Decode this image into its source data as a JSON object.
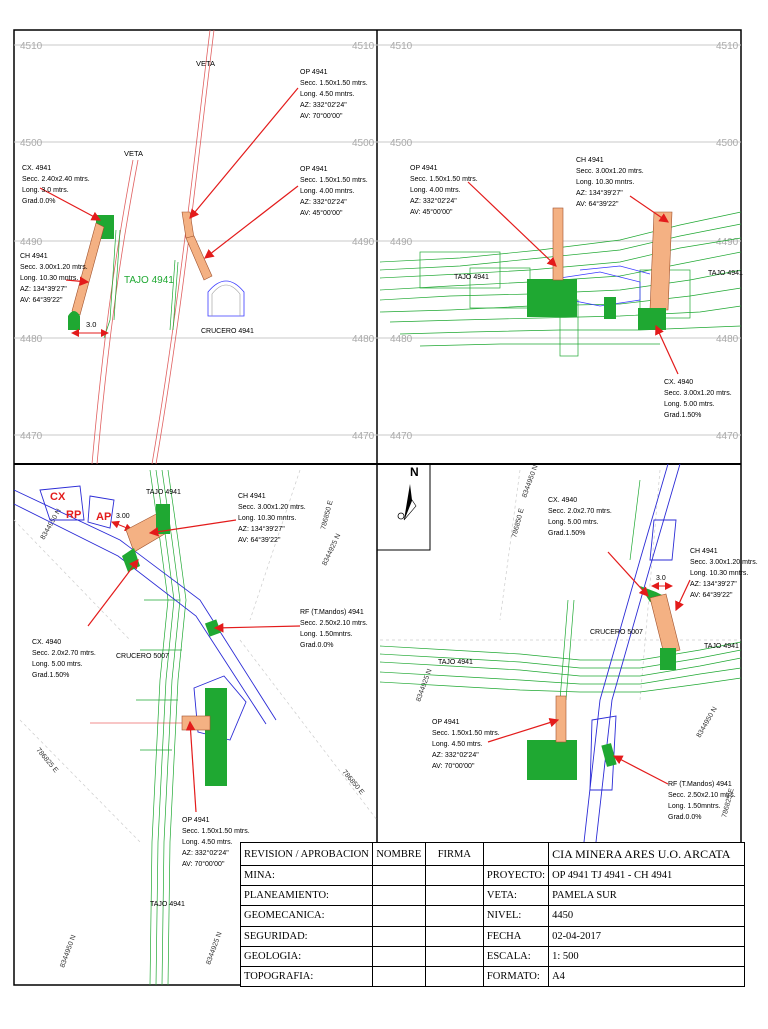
{
  "panel1": {
    "grid_labels": [
      "4510",
      "4500",
      "4490",
      "4480",
      "4470"
    ],
    "veta_labels": [
      "VETA",
      "VETA"
    ],
    "tajo": "TAJO 4941",
    "crucero": "CRUCERO 4941",
    "dim": "3.0",
    "notes": [
      [
        "OP 4941",
        "Secc. 1.50x1.50 mtrs.",
        "Long. 4.50 mntrs.",
        "AZ: 332°02'24\"",
        "AV: 70°00'00\""
      ],
      [
        "OP 4941",
        "Secc. 1.50x1.50 mtrs.",
        "Long. 4.00 mntrs.",
        "AZ: 332°02'24\"",
        "AV: 45°00'00\""
      ],
      [
        "CX. 4941",
        "Secc. 2.40x2.40 mtrs.",
        "Long. 3.0 mtrs.",
        "Grad.0.0%"
      ],
      [
        "CH 4941",
        "Secc. 3.00x1.20 mtrs.",
        "Long. 10.30 mntrs.",
        "AZ: 134°39'27\"",
        "AV: 64°39'22\""
      ]
    ]
  },
  "panel2": {
    "grid_labels": [
      "4510",
      "4500",
      "4490",
      "4480",
      "4470"
    ],
    "tajo_left": "TAJO 4941",
    "tajo_right": "TAJO 4941",
    "notes": [
      [
        "OP 4941",
        "Secc. 1.50x1.50 mtrs.",
        "Long. 4.00 mtrs.",
        "AZ: 332°02'24\"",
        "AV: 45°00'00\""
      ],
      [
        "CH 4941",
        "Secc. 3.00x1.20 mtrs.",
        "Long. 10.30 mntrs.",
        "AZ: 134°39'27\"",
        "AV: 64°39'22\""
      ],
      [
        "CX. 4940",
        "Secc. 3.00x1.20 mtrs.",
        "Long. 5.00 mtrs.",
        "Grad.1.50%"
      ]
    ]
  },
  "panel3": {
    "tajo_top": "TAJO 4941",
    "tajo_bottom": "TAJO 4941",
    "crucero": "CRUCERO 5007",
    "labels": [
      "CX",
      "RP",
      "AP"
    ],
    "dim": "3.00",
    "coords": [
      "8344950 N",
      "786850 E",
      "8344925 N",
      "786825 E",
      "786850 E",
      "8344950 N",
      "8344925 N"
    ],
    "notes": [
      [
        "CH 4941",
        "Secc. 3.00x1.20 mtrs.",
        "Long. 10.30 mntrs.",
        "AZ: 134°39'27\"",
        "AV: 64°39'22\""
      ],
      [
        "RF (T.Mandos) 4941",
        "Secc. 2.50x2.10 mtrs.",
        "Long. 1.50mntrs.",
        "Grad.0.0%"
      ],
      [
        "CX. 4940",
        "Secc. 2.0x2.70 mtrs.",
        "Long. 5.00 mtrs.",
        "Grad.1.50%"
      ],
      [
        "OP 4941",
        "Secc. 1.50x1.50 mtrs.",
        "Long. 4.50 mtrs.",
        "AZ: 332°02'24\"",
        "AV: 70°00'00\""
      ]
    ]
  },
  "panel4": {
    "north": "N",
    "tajo_left": "TAJO 4941",
    "tajo_right": "TAJO 4941",
    "crucero": "CRUCERO 5007",
    "dim": "3.0",
    "coords": [
      "8344950 N",
      "786850 E",
      "8344925 N",
      "8344950 N",
      "786825 E"
    ],
    "notes": [
      [
        "CX. 4940",
        "Secc. 2.0x2.70 mtrs.",
        "Long. 5.00 mtrs.",
        "Grad.1.50%"
      ],
      [
        "CH 4941",
        "Secc. 3.00x1.20 mtrs.",
        "Long. 10.30 mntrs.",
        "AZ: 134°39'27\"",
        "AV: 64°39'22\""
      ],
      [
        "OP 4941",
        "Secc. 1.50x1.50 mtrs.",
        "Long. 4.50 mtrs.",
        "AZ: 332°02'24\"",
        "AV: 70°00'00\""
      ],
      [
        "RF (T.Mandos) 4941",
        "Secc. 2.50x2.10 mtrs.",
        "Long. 1.50mntrs.",
        "Grad.0.0%"
      ]
    ]
  },
  "title_block": {
    "h_revision": "REVISION / APROBACION",
    "h_nombre": "NOMBRE",
    "h_firma": "FIRMA",
    "company": "CIA MINERA ARES  U.O. ARCATA",
    "rows": [
      {
        "left": "MINA:",
        "key": "PROYECTO:",
        "value": "OP  4941  TJ  4941 - CH 4941"
      },
      {
        "left": "PLANEAMIENTO:",
        "key": "VETA:",
        "value": "PAMELA SUR"
      },
      {
        "left": "GEOMECANICA:",
        "key": "NIVEL:",
        "value": "4450"
      },
      {
        "left": "SEGURIDAD:",
        "key": "FECHA",
        "value": "02-04-2017"
      },
      {
        "left": "GEOLOGIA:",
        "key": "ESCALA:",
        "value": "1:  500"
      },
      {
        "left": "TOPOGRAFIA:",
        "key": "FORMATO:",
        "value": "A4"
      }
    ]
  },
  "colors": {
    "red": "#e31b1b",
    "green": "#1fa832",
    "orange": "#f4b183",
    "blue": "#2b2bd6"
  }
}
